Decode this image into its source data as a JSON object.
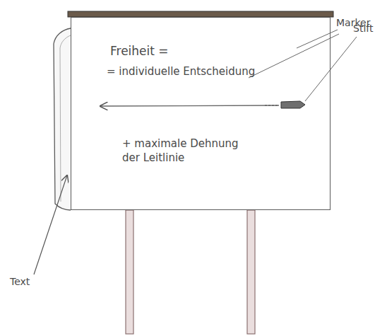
{
  "diagram": {
    "nodes": [
      {
        "text": [
          "Freiheit =",
          "= individuelle Entscheidung",
          "+ maximale Dehnung der Leitlinie"
        ]
      }
    ],
    "labels": [
      "Marker",
      "Stift",
      "Text"
    ]
  }
}
